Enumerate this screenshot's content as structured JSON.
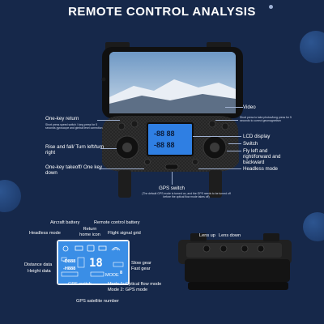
{
  "header": {
    "title": "REMOTE CONTROL ANALYSIS"
  },
  "colors": {
    "background": "#16284a",
    "accent_blue": "#3a8ee6",
    "lcd_blue": "#2f7fe3",
    "planet": "#21406f"
  },
  "callouts": {
    "one_key_return": {
      "label": "One-key return",
      "desc": "Short press speed switch / long press for 5 seconds gyroscope and gimbal level correction"
    },
    "rise_fall": {
      "label": "Rise and fall/ Turn left/turn right"
    },
    "takeoff": {
      "label": "One-key takeoff/ One key down"
    },
    "video": {
      "label": "Video"
    },
    "photo": {
      "desc": "Short press to take photos/long press for 5 seconds to correct geomagnetism"
    },
    "lcd": {
      "label": "LCD display"
    },
    "switch": {
      "label": "Switch"
    },
    "fly": {
      "label": "Fly left and right/forward and backward"
    },
    "headless": {
      "label": "Headless mode"
    },
    "gps_switch": {
      "label": "GPS switch",
      "desc": "(The default GPS mode is turned on, and the GPS needs to be turned off before the optical flow mode takes off)"
    }
  },
  "lcd_diagram": {
    "labels": {
      "aircraft_battery": "Aircraft battery",
      "rc_battery": "Remote control battery",
      "headless_mode": "Headless mode",
      "return_home": "Return home icon",
      "flight_signal": "Flight signal grid",
      "slow_gear": "Slow gear",
      "fast_gear": "Fast gear",
      "distance_data": "Distance data",
      "height_data": "Height data",
      "gps_switch": "GPS switch",
      "mode1": "Mode 1: Optical flow mode",
      "mode2": "Mode 2: GPS mode",
      "gps_satellites": "GPS satellite number"
    },
    "screen": {
      "digits_top": "-D888",
      "digits_bottom": "-H888",
      "big_digits": "18",
      "mode_text": "MODE",
      "mode_num": "8"
    }
  },
  "side_view": {
    "lens_up": "Lens up",
    "lens_down": "Lens down"
  }
}
